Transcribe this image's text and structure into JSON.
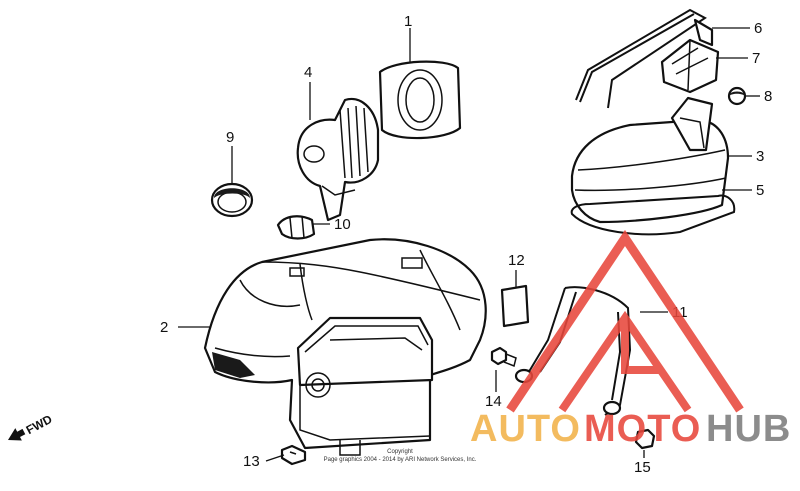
{
  "callouts": [
    "1",
    "2",
    "3",
    "4",
    "5",
    "6",
    "7",
    "8",
    "9",
    "10",
    "11",
    "12",
    "13",
    "14",
    "15"
  ],
  "direction_label": "FWD",
  "copyright_line1": "Copyright",
  "copyright_line2": "Page graphics 2004 - 2014 by ARI Network Services, Inc.",
  "watermark": {
    "part1": "AUTO",
    "part2": "MOTO",
    "part3": "HUB",
    "color_orange": "#f2b24a",
    "color_red": "#e8473c",
    "color_gray": "#7d7d7d"
  }
}
